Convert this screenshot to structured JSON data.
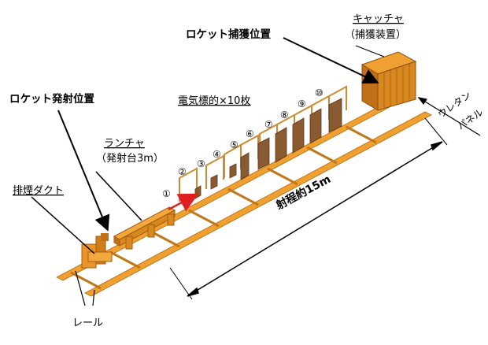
{
  "labels": {
    "catch_position": "ロケット捕獲位置",
    "catcher_title": "キャッチャ",
    "catcher_sub": "（捕獲装置）",
    "launch_position": "ロケット発射位置",
    "launcher_title": "ランチャ",
    "launcher_sub": "（発射台3m）",
    "exhaust_duct": "排煙ダクト",
    "rail": "レール",
    "targets": "電気標的×10枚",
    "range": "射程約15m",
    "urethane_1": "ウレタン",
    "urethane_2": "パネル"
  },
  "target_numbers": [
    "①",
    "②",
    "③",
    "④",
    "⑤",
    "⑥",
    "⑦",
    "⑧",
    "⑨",
    "⑩"
  ],
  "colors": {
    "rail": "#f0a030",
    "rail_dark": "#b86a10",
    "panel": "#8a5a30",
    "catcher": "#d9861e",
    "arrow": "#e02020"
  }
}
